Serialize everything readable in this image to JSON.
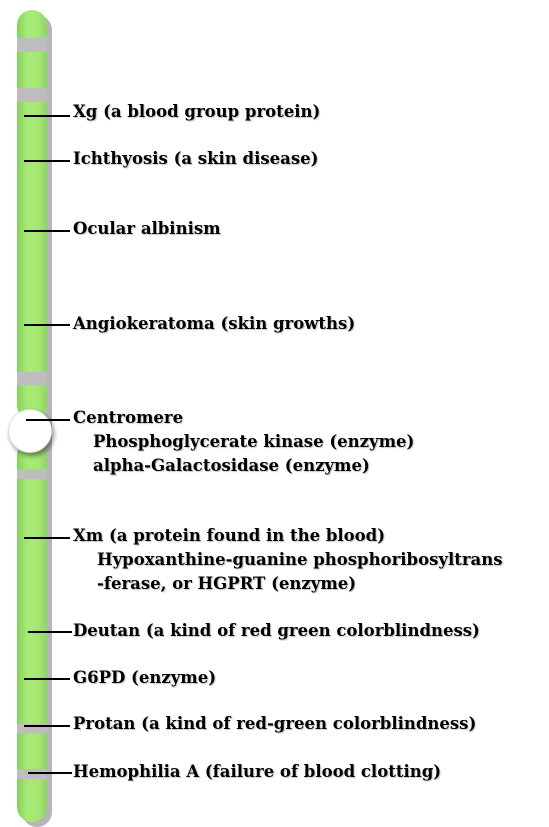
{
  "chromosome": {
    "arm_color": "#a7ea76",
    "band_color": "#bdbdbd",
    "centromere_color": "#ffffff"
  },
  "labels": {
    "xg": "Xg (a blood group protein)",
    "ichthyosis": "Ichthyosis (a skin disease)",
    "ocular_albinism": "Ocular albinism",
    "angiokeratoma": "Angiokeratoma (skin growths)",
    "centromere": "Centromere",
    "phosphoglycerate": "Phosphoglycerate kinase (enzyme)",
    "alpha_galactosidase": "alpha-Galactosidase (enzyme)",
    "xm": "Xm (a protein found in the blood)",
    "hgprt_line1": "Hypoxanthine-guanine phosphoribosyltrans",
    "hgprt_line2": "-ferase,  or HGPRT (enzyme)",
    "deutan": "Deutan (a kind of red green colorblindness)",
    "g6pd": "G6PD (enzyme)",
    "protan": "Protan (a kind of red-green colorblindness)",
    "hemophilia": "Hemophilia A (failure of blood clotting)"
  }
}
